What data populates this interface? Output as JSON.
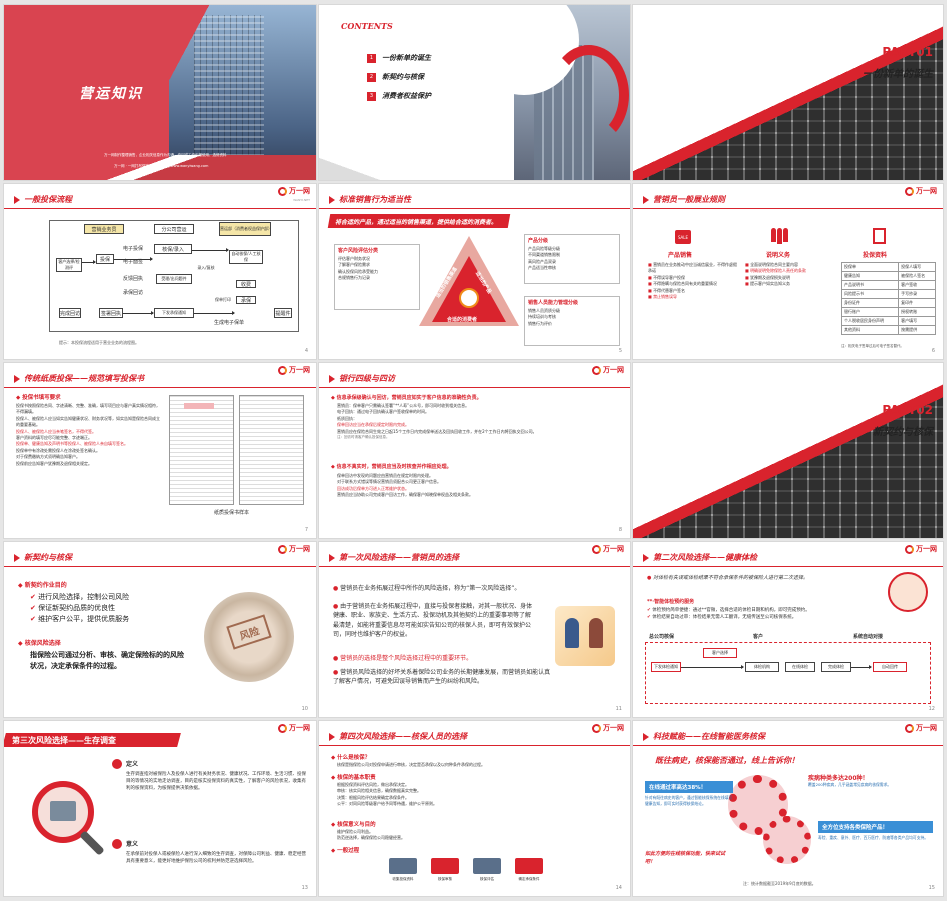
{
  "brand": {
    "logo_text": "万一网",
    "logo_sub": "WANYI.NET"
  },
  "s1": {
    "title": "营运知识",
    "caption_1": "万一网制作整理销售，企业相关信息作为沟通、培训或工作汇报使用、选修资料",
    "caption_2": "万一网 · 一网打尽保险资料 · 万一网 www.wanyiwang.com"
  },
  "s2": {
    "heading": "CONTENTS",
    "items": [
      "一份新单的诞生",
      "新契约与核保",
      "消费者权益保护"
    ],
    "nums": [
      "1",
      "2",
      "3"
    ]
  },
  "s3": {
    "part": "PART01",
    "subtitle": "一份新单的诞生"
  },
  "s4": {
    "title": "一般投保流程",
    "col_headers": [
      "营销业务员",
      "分公司营运",
      "营运部（消费者权益保护部）"
    ],
    "boxes": [
      "客户选择/检测评",
      "投保",
      "电子投保",
      "电子面签",
      "反馈回执",
      "承保回访",
      "完成回访",
      "签署回执",
      "核保/录入",
      "受理/出问题件",
      "录入/复核",
      "自动核保/人工核保",
      "收费",
      "承保",
      "下发承保通知",
      "保单打印",
      "生成电子保单",
      "提醒件"
    ],
    "note": "提示：本投保流程适用于营业业务的流程图。",
    "page": "4"
  },
  "s5": {
    "title": "标准销售行为适当性",
    "banner": "将合适的产品，通过适当的销售渠道，提供给合适的消费者。",
    "left_head": "客户风险评估分类",
    "left_lines": [
      "评估客户财务状况",
      "了解客户保险需求",
      "确认投保风险承受能力",
      "合规销售行为记录"
    ],
    "right_head_1": "产品分级",
    "right_lines_1": [
      "产品风险等级分级",
      "不同渠道销售限制",
      "高风险产品双录",
      "产品适当性审核"
    ],
    "right_head_2": "销售人员能力管理分级",
    "right_lines_2": [
      "销售人员资质分级",
      "持续培训与考核",
      "销售行为评价"
    ],
    "tri_left": "适当的销售渠道",
    "tri_right": "适当的产品",
    "tri_bottom": "合适的消费者",
    "page": "5"
  },
  "s6": {
    "title": "营销员一般展业规则",
    "cols": [
      "产品销售",
      "说明义务",
      "投保资料"
    ],
    "badge": "SALE",
    "left_lines": [
      "营销员在业务推动中应当诚信展业，不得作虚假承诺",
      "不得误导客户投保",
      "不得隐瞒与保险合同有关的重要情况",
      "不得代替客户签名",
      "禁止销售误导"
    ],
    "mid_lines": [
      "全面说明保险合同主要内容",
      "明确说明免除保险人责任的条款",
      "犹豫期及退保损失说明",
      "提示客户如实告知义务"
    ],
    "table": [
      [
        "投保单",
        "投保人填写"
      ],
      [
        "健康告知",
        "被保险人签名"
      ],
      [
        "产品说明书",
        "客户签收"
      ],
      [
        "风险提示书",
        "手写抄录"
      ],
      [
        "身份证件",
        "复印件"
      ],
      [
        "银行账户",
        "授权转账"
      ],
      [
        "个人税收居民身份声明",
        "客户填写"
      ],
      [
        "其他资料",
        "按需提供"
      ]
    ],
    "note": "注：相关电子签单过后可电子签名替代。",
    "page": "6"
  },
  "s7": {
    "title": "传统纸质投保——规范填写投保书",
    "head": "投保书填写要求",
    "lines": [
      "投保书按照保险合同、字迹清晰、完整、准确，填写项目应与客户真实情况相符，不得漏填。",
      "投保人、被保险人应当如实告知健康状况、财务状况等，如实告知是保险合同成立的重要基础。",
      "投保人、被保险人应当亲笔签名，不得代签。",
      "客户资料的填写应尽可能完整、字迹端正。",
      "投保单、健康告知及声明书等投保人、被保险人亲自填写签名。",
      "投保单中有涂改处需投保人在涂改处签名确认。",
      "对于保费缴纳方式须明确告知客户。",
      "投保前应告知客户犹豫期及退保相关规定。"
    ],
    "caption": "纸质投保书样本",
    "page": "7"
  },
  "s8": {
    "title": "银行四级与四访",
    "sec1": "信息承保级确认与回访，营销员应如实于客户信息的准确性负责。",
    "lines1": [
      "营销员：保单客户只需确认签署“**人寿”公众号，即可同时收到相关信息。",
      "电子回执：通过电子回执确认客户签收保单的时间。",
      "纸质回执：",
      "保单回访应当在承保后规定时限内完成。",
      "营销员应在保险合同生效之日起15个工作日内完成保单送达及回执回收工作，并在2个工作日内将回执交回公司。",
      "注：回访时请客户确认投保信息。"
    ],
    "sec2": "信息不真实时，营销员应当及时核查并作相应处理。",
    "lines2": [
      "保单回访中发现的问题应由营销员在规定时限内处理。",
      "对于联系方式错误等情况营销员须配合公司更正客户信息。",
      "回访成功后保单方可进入正常维护状态。",
      "营销员应当协助公司完成客户回访工作，确保客户知晓保单权益及相关条款。"
    ],
    "page": "8"
  },
  "s9": {
    "part": "PART02",
    "subtitle": "新契约与核保"
  },
  "s10": {
    "title": "新契约与核保",
    "head1": "新契约作业目的",
    "items1": [
      "进行风险选择，控制公司风险",
      "保证新契约品质的优良性",
      "维护客户公平，提供优质服务"
    ],
    "head2": "核保风险选择",
    "para": "指保险公司通过分析、审核、确定保险标的的风险状况，决定承保条件的过程。",
    "stamp": "风险",
    "page": "10"
  },
  "s11": {
    "title": "第一次风险选择——营销员的选择",
    "p1": "营销员在业务拓展过程中所作的风险选择，称为“第一次风险选择”。",
    "p2": "由于营销员在业务拓展过程中，直接与投保者接触，对其一般状况、身体健康、职业、家族史、生活方式、投保动机及其他契约上的重要事项等了解最清楚，如能将重要信息尽可能如实告知公司的核保人员，即可有效保护公司，同时也维护客户的权益。",
    "p3": "营销员的选择是整个风险选择过程中的重要环节。",
    "p4": "营销员风险选择的好坏关系着保险公司业务的长期健康发展，而营销员如能认真了解客户情况，可避免因误导销售而产生的纠纷和风险。",
    "page": "11"
  },
  "s12": {
    "title": "第二次风险选择——健康体检",
    "intro": "对体检有失误或体检结果不符合承保条件的被保险人进行第二次选择。",
    "sub": "**·智能体检预约服务",
    "lines": [
      "体检预约简单便捷：通过**官微，选择合适的体检日期和机构，即可完成预约。",
      "体检结果自动过审：体检结果无需人工翻译，无缝传送至公司核保系统。"
    ],
    "lanes": [
      "总公司核保",
      "客户",
      "系统自动对接"
    ],
    "steps": [
      "下发体检通知",
      "客户选择",
      "体检机构",
      "在线体检",
      "完成体检",
      "自动回传"
    ],
    "page": "12"
  },
  "s13": {
    "title": "第三次风险选择——生存调查",
    "h1": "定义",
    "d1": "生存调查指对被保险人及投保人进行有关财务状况、健康状况、工作环境、生活习惯、投保目的等情况的实地走访调查，目的是核实投保资料的真实性，了解客户的风险状况，收集有利的核保资料，为核保提供决策依据。",
    "h2": "意义",
    "d2": "在承保前对投保人或被保险人进行深入细致的生存调查，对保障公司利益、健康、稳定经营具有重要意义，能更好地维护保险公司的权利并防范逆选择风险。",
    "page": "13"
  },
  "s14": {
    "title": "第四次风险选择——核保人员的选择",
    "h1": "什么是核保？",
    "p1": "核保是指保险公司对投保申请进行审核，决定是否承保以及以何种条件承保的过程。",
    "h2": "核保的基本职责",
    "items2": [
      "根据投保资料评估风险，做出承保决定。",
      "审核：核实风险相关信息，确保数据真实完整。",
      "决策：根据风险评估结果确定承保条件。",
      "公平：对同风险等级客户给予同等待遇，维护公平原则。"
    ],
    "h3": "核保意义与目的",
    "items3": [
      "维护保险公司利益。",
      "防范逆选择，确保保险公司稳健经营。"
    ],
    "h4": "一般过程",
    "flow": [
      "收集投保资料",
      "核保审核",
      "核保评估",
      "确定承保条件"
    ],
    "page": "14"
  },
  "s15": {
    "title": "科技赋能——在线智能医务核保",
    "slogan": "既往病史，核保能否通过，线上告诉你！",
    "stat1": "在线通过率高达38%！",
    "stat1_desc": "针对有既往病史的客户，通过智能核保系统在线填写健康告知，即可实时获得核保结论。",
    "stat2": "疾病种类多达200种！",
    "stat2_desc": "覆盖200种疾病，几乎涵盖常见疾病的核保需求。",
    "stat3": "全方位支持各类保险产品！",
    "stat3_desc": "寿险、重疾、意外、医疗、百万医疗、防癌等各类产品均可支持。",
    "left_quote": "如此方便的在线核保功能，快来试试吧！",
    "note": "注：统计数据截至2019年9月底的数据。",
    "page": "15"
  }
}
